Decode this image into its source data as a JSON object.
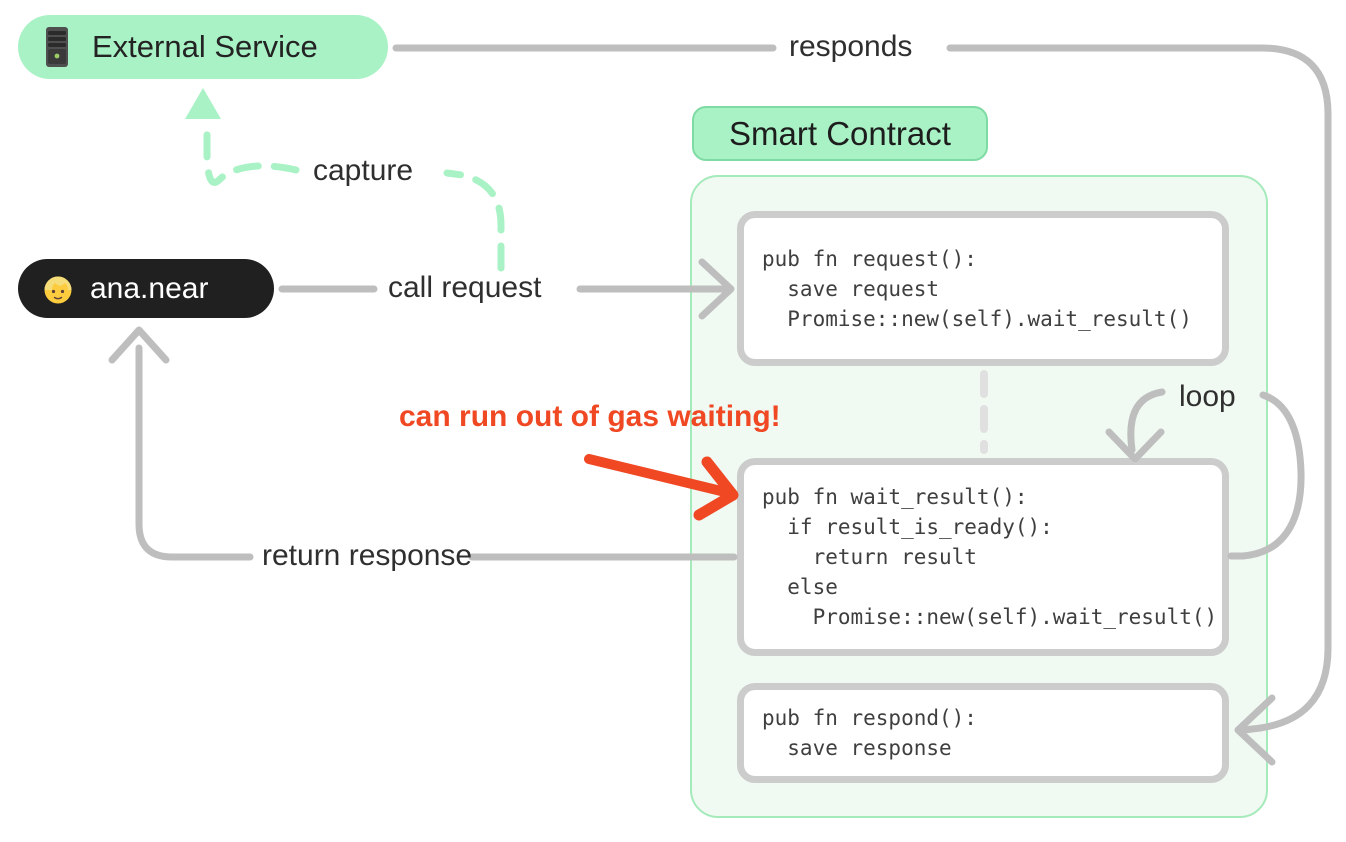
{
  "diagram": {
    "external_service": {
      "label": "External Service",
      "icon": "server-icon"
    },
    "user": {
      "label": "ana.near",
      "icon": "person-icon"
    },
    "smart_contract": {
      "label": "Smart Contract"
    },
    "code_boxes": [
      {
        "id": "request",
        "code": "pub fn request():\n  save request\n  Promise::new(self).wait_result()"
      },
      {
        "id": "wait_result",
        "code": "pub fn wait_result():\n  if result_is_ready():\n    return result\n  else\n    Promise::new(self).wait_result()"
      },
      {
        "id": "respond",
        "code": "pub fn respond():\n  save response"
      }
    ],
    "edge_labels": {
      "responds": "responds",
      "capture": "capture",
      "call_request": "call request",
      "return_response": "return response",
      "loop": "loop"
    },
    "annotation": {
      "gas_warning": "can run out of gas waiting!"
    },
    "colors": {
      "mint": "#A9F2C5",
      "mint_border": "#7FDBA4",
      "container_fill": "#F0F9F2",
      "container_border": "#A5EABB",
      "gray_line": "#BEBEBE",
      "box_border": "#CCCCCC",
      "divider_dash": "#E0E0E0",
      "warning_red": "#EF4823",
      "user_pill_bg": "#202020",
      "text_dark": "#2F2F2F"
    }
  }
}
